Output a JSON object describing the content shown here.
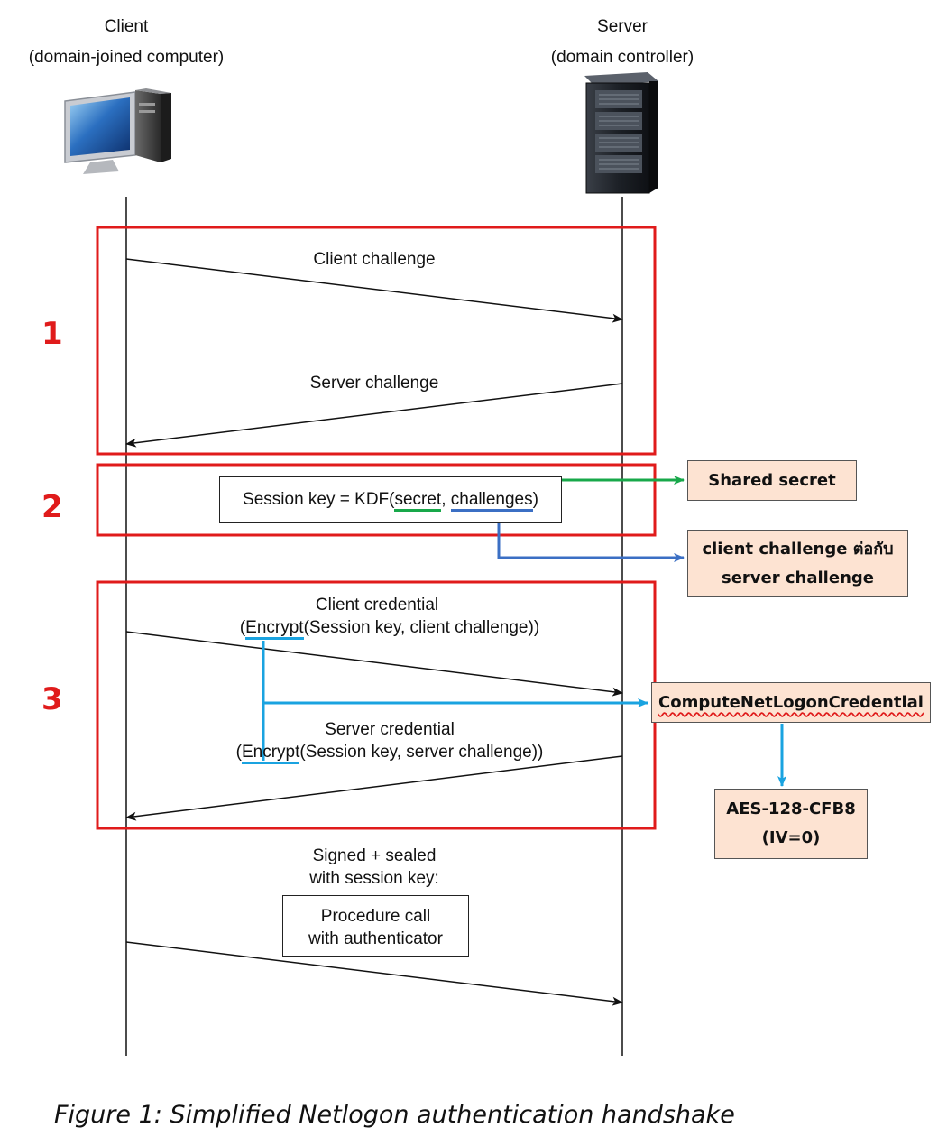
{
  "actors": {
    "client": {
      "title": "Client",
      "subtitle": "(domain-joined computer)",
      "icon": "desktop-computer-icon"
    },
    "server": {
      "title": "Server",
      "subtitle": "(domain controller)",
      "icon": "server-rack-icon"
    }
  },
  "phases": [
    "1",
    "2",
    "3"
  ],
  "messages": {
    "client_challenge": "Client challenge",
    "server_challenge": "Server challenge",
    "client_credential_title": "Client credential",
    "client_credential_formula": {
      "open": "(",
      "func": "Encrypt",
      "rest": "(Session key, client challenge))"
    },
    "server_credential_title": "Server credential",
    "server_credential_formula": {
      "open": "(",
      "func": "Encrypt",
      "rest": "(Session key, server challenge))"
    },
    "signed_line1": "Signed + sealed",
    "signed_line2": "with session key:",
    "procedure_line1": "Procedure call",
    "procedure_line2": "with authenticator"
  },
  "session_key": {
    "prefix": "Session key = KDF(",
    "secret": "secret",
    "sep": ", ",
    "challenges": "challenges",
    "suffix": ")"
  },
  "notes": {
    "shared_secret": "Shared secret",
    "concat_line1": "client challenge ต่อกับ",
    "concat_line2": "server challenge",
    "compute": "ComputeNetLogonCredential",
    "aes_line1": "AES-128-CFB8",
    "aes_line2": "(IV=0)"
  },
  "caption": "Figure 1: Simplified Netlogon authentication handshake",
  "colors": {
    "phase_box": "#e01b1b",
    "green_arrow": "#18a84a",
    "blue_arrow": "#3b6fc4",
    "cyan_arrow": "#1aa3e0",
    "note_fill": "#fde3d2"
  }
}
